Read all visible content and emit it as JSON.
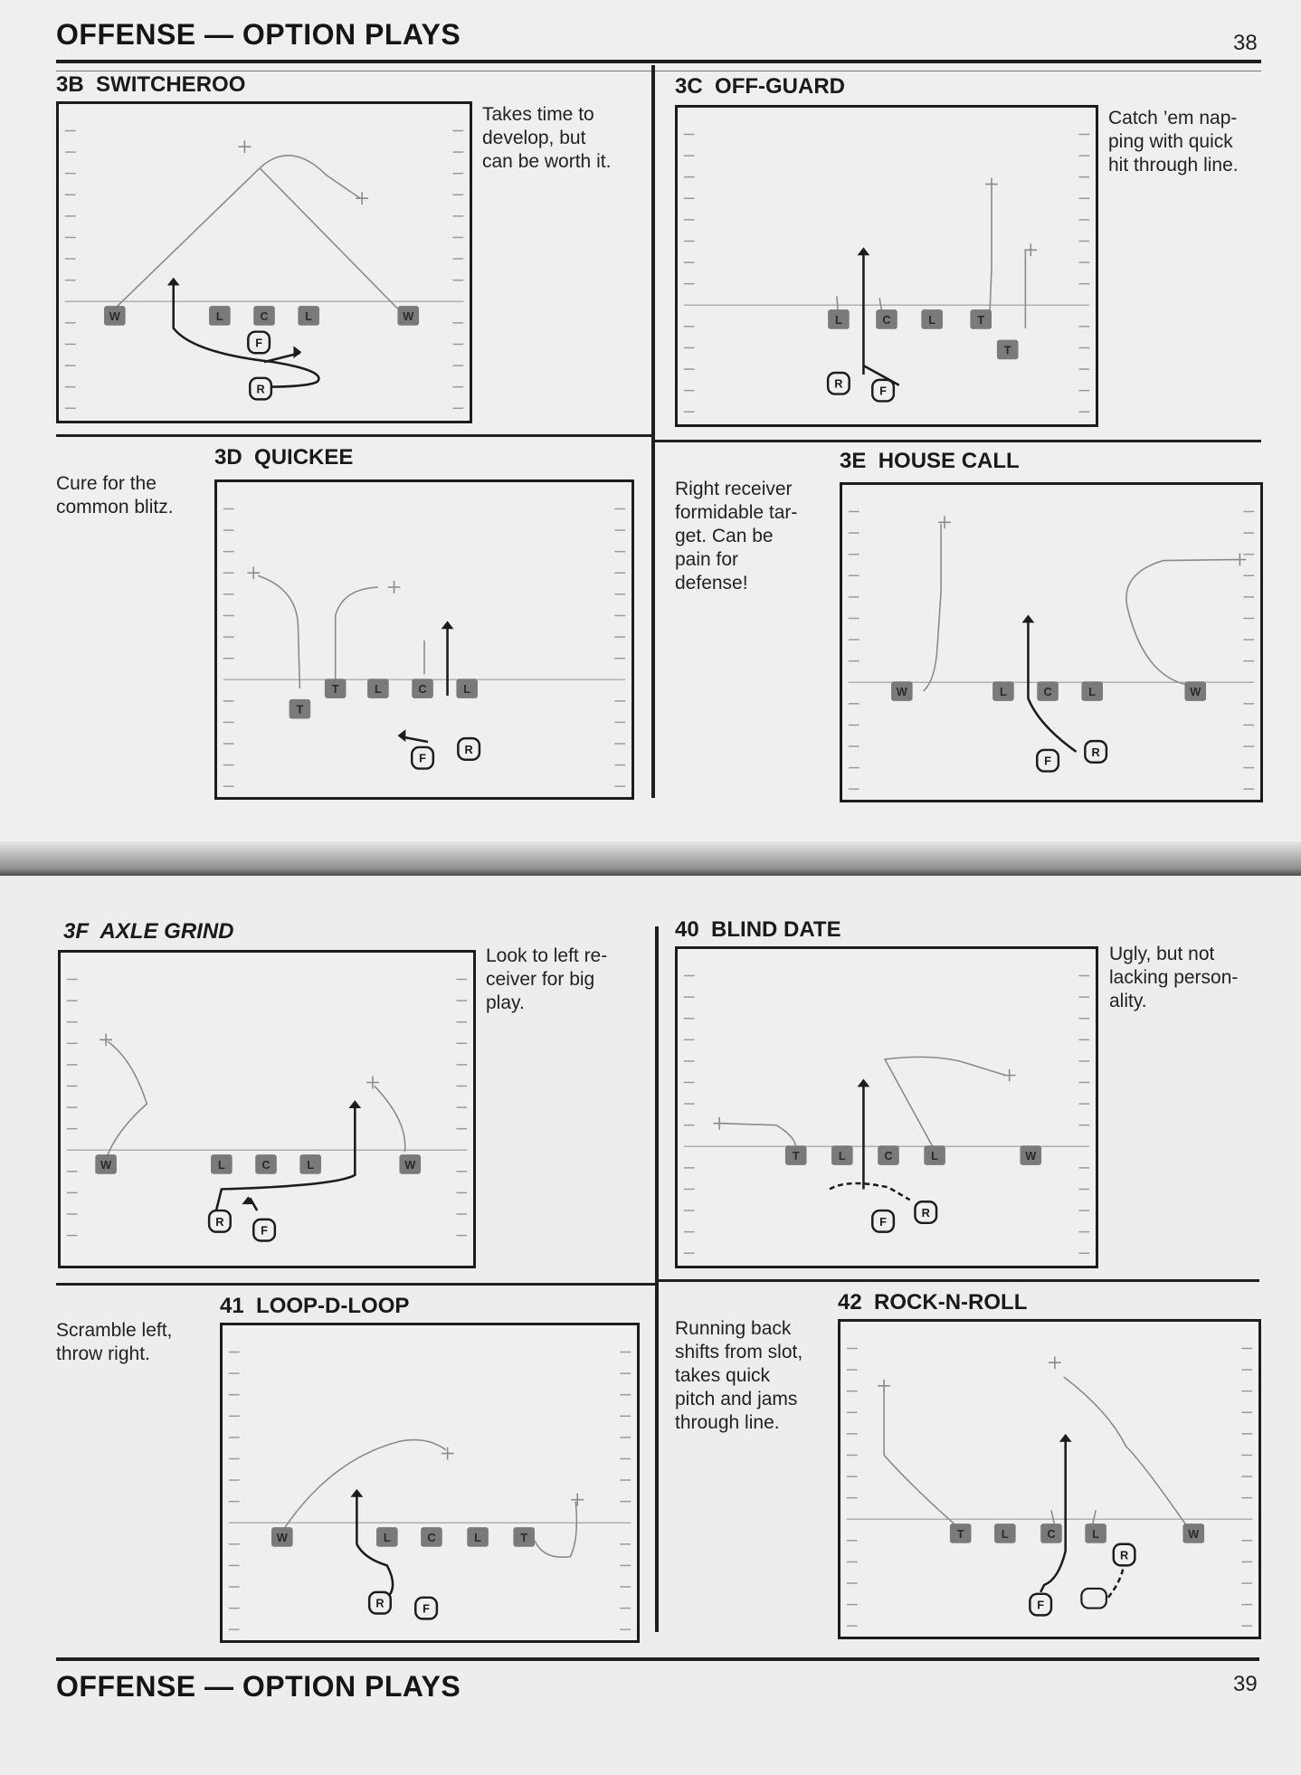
{
  "top_page": {
    "header": "OFFENSE — OPTION PLAYS",
    "page_number": "38",
    "plays": [
      {
        "code": "3B",
        "name": "SWITCHEROO",
        "note": "Takes time to\ndevelop, but\ncan be worth it."
      },
      {
        "code": "3C",
        "name": "OFF-GUARD",
        "note": "Catch ’em nap-\nping with quick\nhit through line."
      },
      {
        "code": "3D",
        "name": "QUICKEE",
        "note": "Cure for the\ncommon blitz."
      },
      {
        "code": "3E",
        "name": "HOUSE CALL",
        "note": "Right receiver\nformidable tar-\nget. Can be\npain for\ndefense!"
      }
    ]
  },
  "bottom_page": {
    "header": "OFFENSE — OPTION PLAYS",
    "page_number": "39",
    "plays": [
      {
        "code": "3F",
        "name": "AXLE GRIND",
        "note": "Look to left re-\nceiver for big\nplay."
      },
      {
        "code": "40",
        "name": "BLIND DATE",
        "note": "Ugly, but not\nlacking person-\nality."
      },
      {
        "code": "41",
        "name": "LOOP-D-LOOP",
        "note": "Scramble left,\nthrow right."
      },
      {
        "code": "42",
        "name": "ROCK-N-ROLL",
        "note": "Running back\nshifts from slot,\ntakes quick\npitch and jams\nthrough line."
      }
    ]
  },
  "player_letters": {
    "wide_receiver": "W",
    "lineman": "L",
    "center": "C",
    "tight_end": "T",
    "fullback": "F",
    "running_back": "R"
  },
  "colors": {
    "ink": "#1c1c1c",
    "route_gray": "#8a8a8a",
    "player_fill": "#7a7a7a",
    "paper": "#efefef"
  }
}
